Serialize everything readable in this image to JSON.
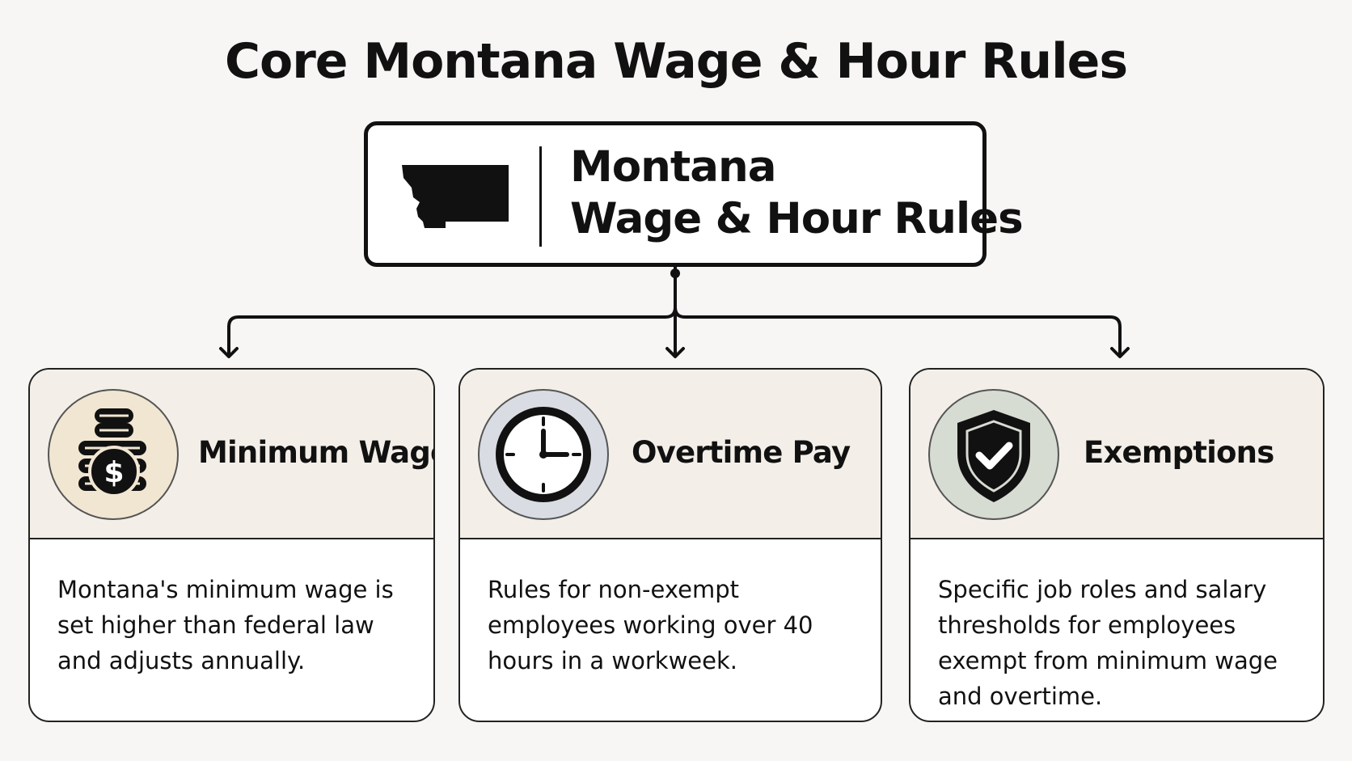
{
  "title": "Core Montana Wage & Hour Rules",
  "center": {
    "line1": "Montana",
    "line2": "Wage & Hour Rules",
    "icon": "montana-map-icon"
  },
  "cards": [
    {
      "title": "Minimum Wage",
      "body": "Montana's minimum wage is set higher than federal law and adjusts annually.",
      "icon": "coins-dollar-icon",
      "icon_bg": "#f1e6d2"
    },
    {
      "title": "Overtime Pay",
      "body": "Rules for non-exempt employees working over 40 hours in a workweek.",
      "icon": "clock-icon",
      "icon_bg": "#d9dde3"
    },
    {
      "title": "Exemptions",
      "body": "Specific job roles and salary thresholds for employees exempt from minimum wage and overtime.",
      "icon": "shield-check-icon",
      "icon_bg": "#d7dcd3"
    }
  ]
}
